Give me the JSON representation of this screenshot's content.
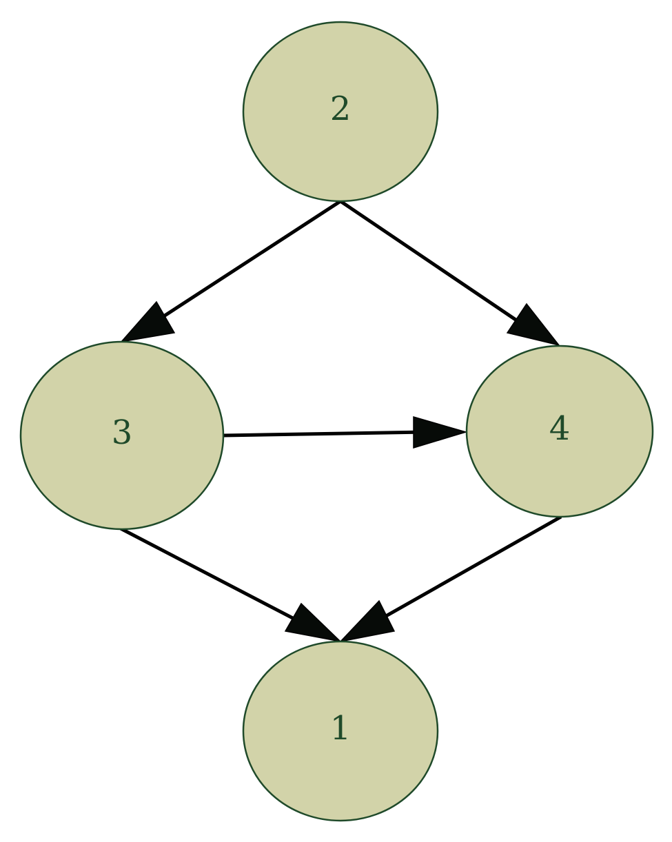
{
  "colors": {
    "node_fill": "#d2d3a9",
    "node_stroke": "#1f4a2a",
    "label_color": "#1f4a2a",
    "edge_color": "#000000",
    "arrowhead_color": "#070b08"
  },
  "nodes": [
    {
      "id": "2",
      "label": "2"
    },
    {
      "id": "3",
      "label": "3"
    },
    {
      "id": "4",
      "label": "4"
    },
    {
      "id": "1",
      "label": "1"
    }
  ],
  "edges": [
    {
      "from": "2",
      "to": "3"
    },
    {
      "from": "2",
      "to": "4"
    },
    {
      "from": "3",
      "to": "4"
    },
    {
      "from": "3",
      "to": "1"
    },
    {
      "from": "4",
      "to": "1"
    }
  ]
}
